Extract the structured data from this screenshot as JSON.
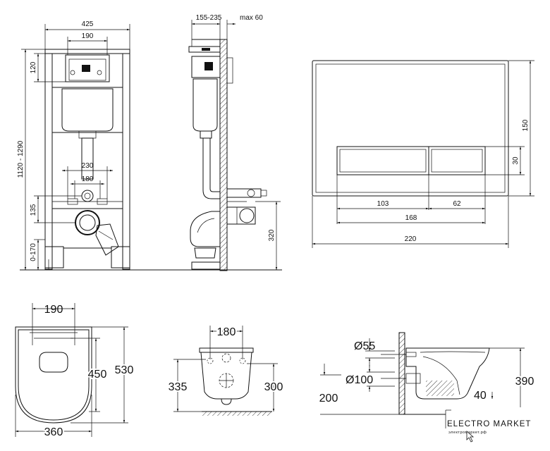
{
  "frame": {
    "width_425": "425",
    "width_190": "190",
    "height_120": "120",
    "height_range": "1120 - 1290",
    "width_230": "230",
    "width_180": "180",
    "height_135": "135",
    "height_0_170": "0-170"
  },
  "side": {
    "depth": "155-235",
    "max": "max 60",
    "height_320": "320"
  },
  "plate": {
    "height_150": "150",
    "height_30": "30",
    "w103": "103",
    "w62": "62",
    "w168": "168",
    "w220": "220"
  },
  "bowl_top": {
    "w190": "190",
    "l450": "450",
    "l530": "530",
    "w360": "360"
  },
  "bowl_back": {
    "w180": "180",
    "h335": "335",
    "h300": "300"
  },
  "bowl_side": {
    "d55": "Ø55",
    "d100": "Ø100",
    "h200": "200",
    "h390": "390",
    "h40": "40"
  },
  "brand": {
    "name": "ELECTRO MARKET",
    "sub": "электромаркет.рф"
  }
}
